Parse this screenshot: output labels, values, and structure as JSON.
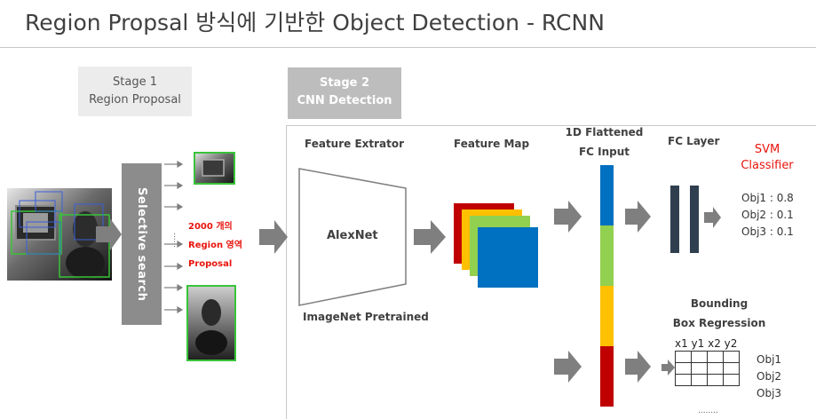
{
  "title": "Region Propsal 방식에 기반한 Object Detection - RCNN",
  "stage1": {
    "line1": "Stage 1",
    "line2": "Region Proposal"
  },
  "stage2": {
    "line1": "Stage 2",
    "line2": "CNN Detection"
  },
  "selective_search": "Selective search",
  "region_proposal": {
    "line1": "2000 개의",
    "line2": "Region 영역",
    "line3": "Proposal"
  },
  "region_dots": "......",
  "feature_extractor": "Feature Extrator",
  "alexnet": "AlexNet",
  "imagenet": "ImageNet Pretrained",
  "feature_map": "Feature Map",
  "fc_input": {
    "line1": "1D Flattened",
    "line2": "FC Input"
  },
  "fc_layer": "FC Layer",
  "svm": {
    "line1": "SVM",
    "line2": "Classifier"
  },
  "classes": [
    "Obj1 : 0.8",
    "Obj2 : 0.1",
    "Obj3 : 0.1"
  ],
  "bbox": {
    "line1": "Bounding",
    "line2": "Box Regression",
    "columns": "x1 y1 x2 y2",
    "rows": [
      "Obj1",
      "Obj2",
      "Obj3"
    ],
    "more": "........"
  },
  "colors": {
    "arrow": "#7f7f7f",
    "selective_search_box": "#8c8c8c",
    "stage1_bg": "#ececec",
    "stage2_bg": "#bdbdbd",
    "accent_red": "#e8140c",
    "map_red": "#c00000",
    "map_orange": "#ffc000",
    "map_green": "#92d050",
    "map_blue": "#0070c0",
    "fc_layer": "#2f3f4f"
  }
}
